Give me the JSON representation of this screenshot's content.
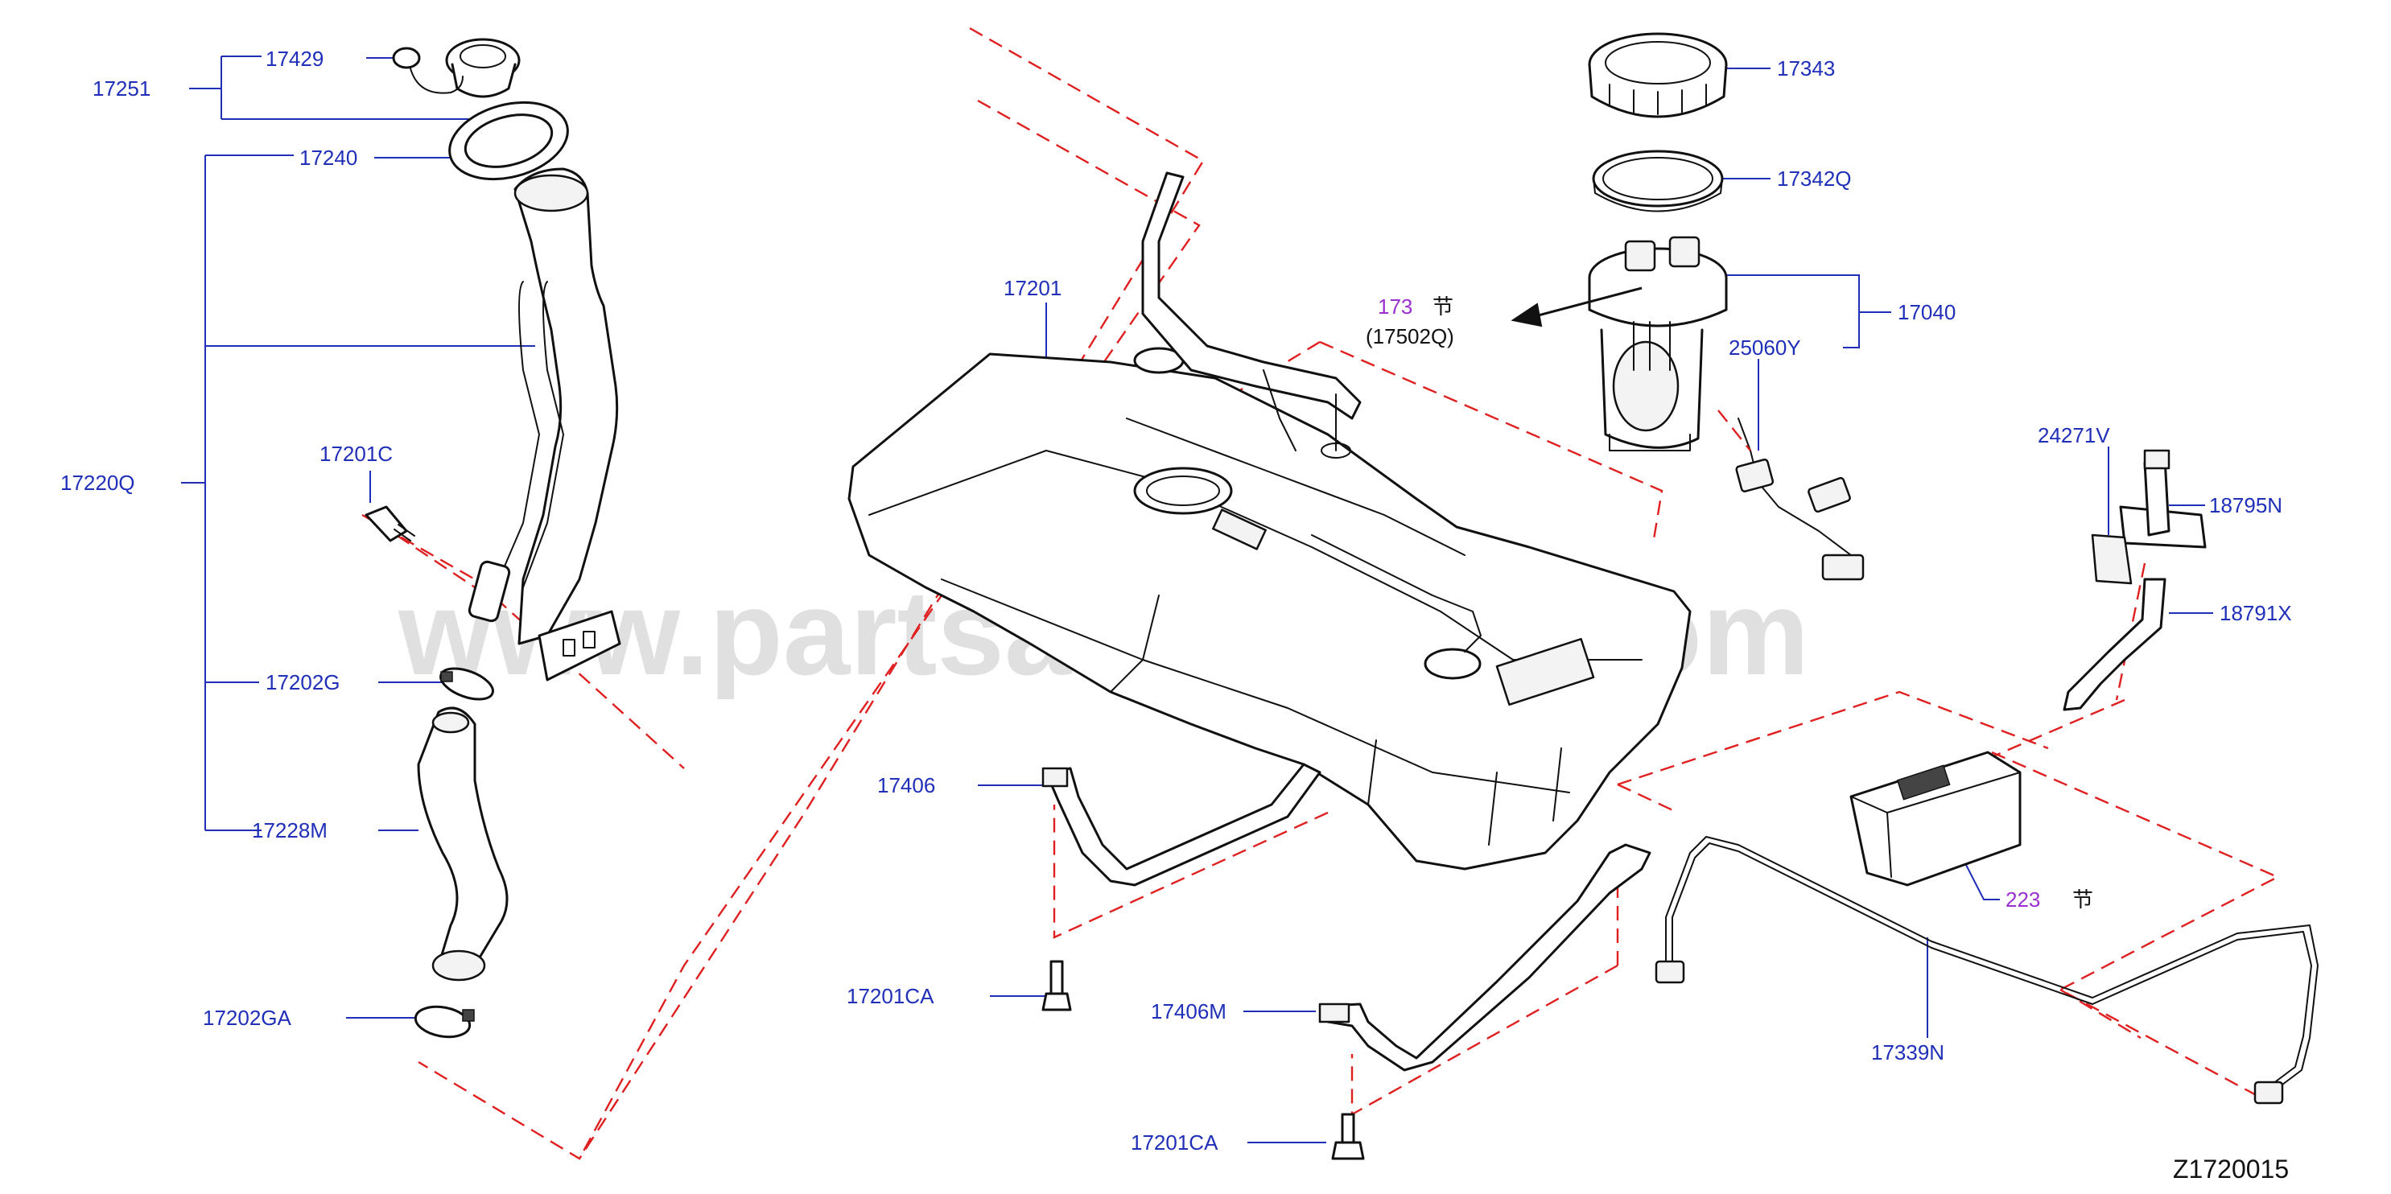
{
  "watermark": "www.partsassistant.com",
  "diagram_code": "Z1720015",
  "labels": {
    "p17429": "17429",
    "p17251": "17251",
    "p17240": "17240",
    "p17220Q": "17220Q",
    "p17201C": "17201C",
    "p17202G": "17202G",
    "p17228M": "17228M",
    "p17202GA": "17202GA",
    "p17201": "17201",
    "p17406": "17406",
    "p17201CA_1": "17201CA",
    "p17406M": "17406M",
    "p17201CA_2": "17201CA",
    "p17343": "17343",
    "p17342Q": "17342Q",
    "p17040": "17040",
    "p25060Y": "25060Y",
    "p24271V": "24271V",
    "p18795N": "18795N",
    "p18791X": "18791X",
    "p17339N": "17339N"
  },
  "references": {
    "ref173_num": "173",
    "ref173_char": "节",
    "ref173_part": "(17502Q)",
    "ref223_num": "223",
    "ref223_char": "节"
  }
}
